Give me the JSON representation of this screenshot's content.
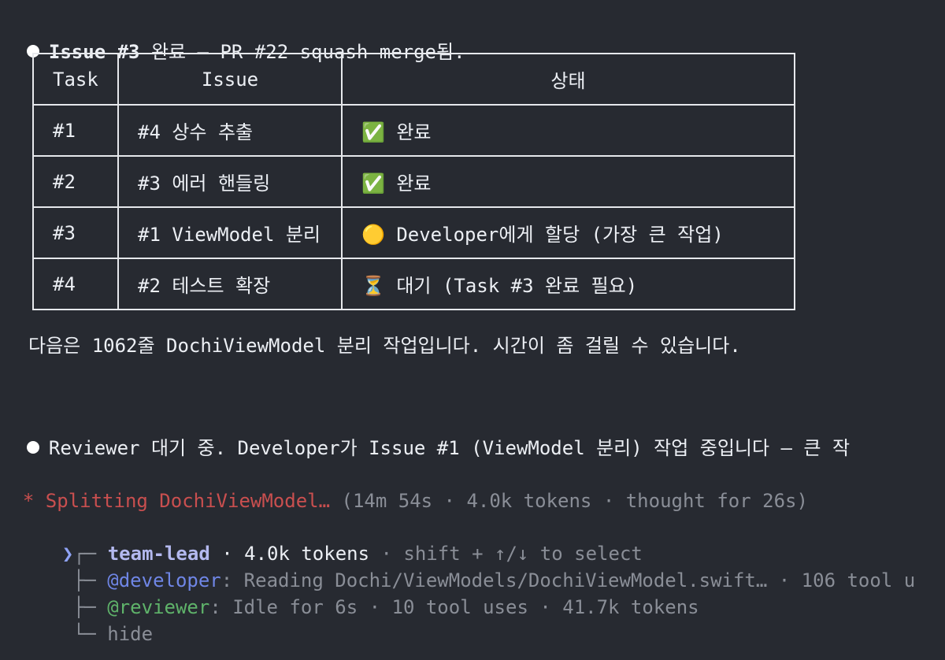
{
  "message1": {
    "bullet_bold": "Issue #3",
    "rest": " 완료 — PR #22 squash merge됨."
  },
  "table": {
    "headers": [
      "Task",
      "Issue",
      "상태"
    ],
    "rows": [
      {
        "task": "#1",
        "issue": "#4 상수 추출",
        "status": "✅ 완료"
      },
      {
        "task": "#2",
        "issue": "#3 에러 핸들링",
        "status": "✅ 완료"
      },
      {
        "task": "#3",
        "issue": "#1 ViewModel 분리",
        "status": "🟡 Developer에게 할당 (가장 큰 작업)"
      },
      {
        "task": "#4",
        "issue": "#2 테스트 확장",
        "status": "⏳ 대기 (Task #3 완료 필요)"
      }
    ]
  },
  "followup": "다음은 1062줄 DochiViewModel 분리 작업입니다. 시간이 좀 걸릴 수 있습니다.",
  "message2": "Reviewer 대기 중. Developer가 Issue #1 (ViewModel 분리) 작업 중입니다 — 큰 작",
  "spinner": {
    "star": "*",
    "text": " Splitting DochiViewModel…",
    "meta": " (14m 54s · 4.0k tokens · thought for 26s)"
  },
  "team": {
    "lead": {
      "name": "team-lead",
      "tokens": " · 4.0k tokens",
      "hint": " · shift + ↑/↓ to select"
    },
    "developer": {
      "handle": "@developer",
      "status": ": Reading Dochi/ViewModels/DochiViewModel.swift… · 106 tool u"
    },
    "reviewer": {
      "handle": "@reviewer",
      "status": ": Idle for 6s · 10 tool uses · 41.7k tokens"
    },
    "hide": "hide"
  },
  "colors": {
    "background": "#272a31",
    "spinner": "#c94f4f",
    "lead": "#b4b9ef",
    "developer": "#6f86e6",
    "reviewer": "#5fb36a",
    "dim": "#8a8e97"
  }
}
